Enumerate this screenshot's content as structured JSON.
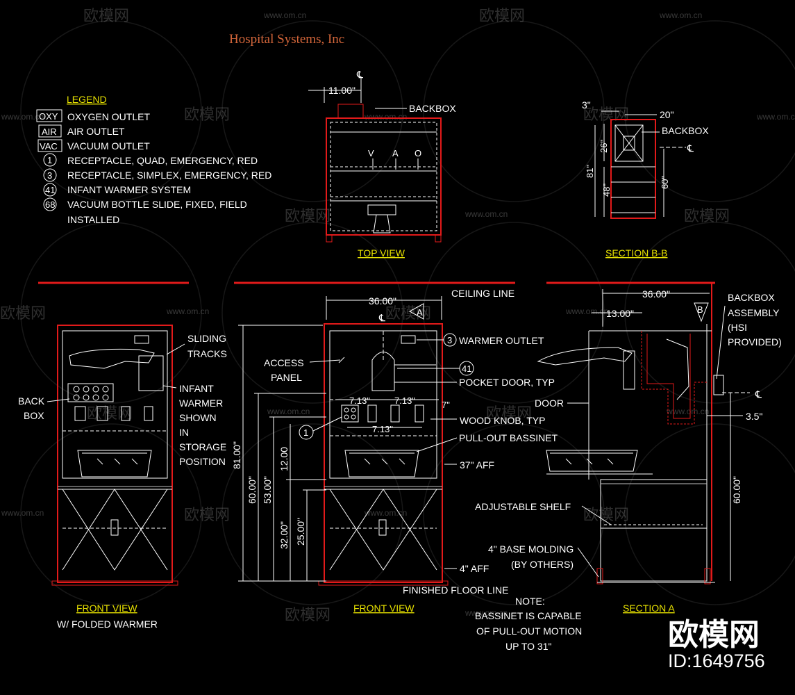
{
  "title": "Hospital Systems, Inc",
  "legend": {
    "heading": "LEGEND",
    "items": [
      {
        "symbol": "OXY",
        "text": "OXYGEN OUTLET"
      },
      {
        "symbol": "AIR",
        "text": "AIR OUTLET"
      },
      {
        "symbol": "VAC",
        "text": "VACUUM OUTLET"
      },
      {
        "symbol": "1",
        "text": "RECEPTACLE, QUAD, EMERGENCY, RED"
      },
      {
        "symbol": "3",
        "text": "RECEPTACLE, SIMPLEX, EMERGENCY, RED"
      },
      {
        "symbol": "41",
        "text": "INFANT WARMER SYSTEM"
      },
      {
        "symbol": "68",
        "text": "VACUUM BOTTLE SLIDE, FIXED, FIELD"
      }
    ],
    "continuation": "INSTALLED"
  },
  "top_view": {
    "label": "TOP VIEW",
    "dim_width": "11.00\"",
    "centerline": "℄",
    "backbox": "BACKBOX",
    "outlet_letters": [
      "V",
      "A",
      "O"
    ]
  },
  "section_bb": {
    "label": "SECTION B-B",
    "dim_3": "3\"",
    "dim_20": "20\"",
    "backbox": "BACKBOX",
    "dim_26": "26\"",
    "dim_81": "81\"",
    "dim_48": "48\"",
    "dim_60": "60\"",
    "centerline": "℄"
  },
  "front_folded": {
    "label": "FRONT VIEW",
    "sublabel": "W/ FOLDED WARMER",
    "sliding_tracks": [
      "SLIDING",
      "TRACKS"
    ],
    "infant_warmer": [
      "INFANT",
      "WARMER",
      "SHOWN",
      "IN",
      "STORAGE",
      "POSITION"
    ],
    "back_box": [
      "BACK",
      "BOX"
    ]
  },
  "front_view": {
    "label": "FRONT VIEW",
    "ceiling": "CEILING LINE",
    "dim_36": "36.00\"",
    "section_marker": "A",
    "centerline": "℄",
    "access_panel": [
      "ACCESS",
      "PANEL"
    ],
    "warmer_outlet": "WARMER OUTLET",
    "warmer_outlet_tag": "3",
    "warmer_tag": "41",
    "pocket_door": "POCKET DOOR, TYP",
    "dim_713_left": "7.13\"",
    "dim_713_right": "7.13\"",
    "dim_7": "7\"",
    "wood_knob": "WOOD KNOB, TYP",
    "dim_713_lower": "7.13\"",
    "receptacle_tag": "1",
    "pullout": "PULL-OUT BASSINET",
    "aff_37": "37\" AFF",
    "aff_4": "4\" AFF",
    "dim_81": "81.00\"",
    "dim_60": "60.00\"",
    "dim_53": "53.00\"",
    "dim_12": "12.00",
    "dim_32": "32.00\"",
    "dim_25": "25.00\"",
    "floor": "FINISHED FLOOR LINE"
  },
  "note": {
    "heading": "NOTE:",
    "lines": [
      "BASSINET IS CAPABLE",
      "OF PULL-OUT MOTION",
      "UP TO 31\""
    ]
  },
  "section_a": {
    "label": "SECTION A",
    "dim_36": "36.00\"",
    "dim_13": "13.00\"",
    "section_marker": "B",
    "backbox_assembly": [
      "BACKBOX",
      "ASSEMBLY",
      "(HSI",
      "PROVIDED)"
    ],
    "door": "DOOR",
    "centerline": "℄",
    "dim_35": "3.5\"",
    "dim_60": "60.00\"",
    "adjustable_shelf": "ADJUSTABLE SHELF",
    "base_molding": [
      "4\" BASE MOLDING",
      "(BY OTHERS)"
    ]
  },
  "watermark": {
    "brand": "欧模网",
    "url": "www.om.cn",
    "id": "ID:1649756"
  }
}
